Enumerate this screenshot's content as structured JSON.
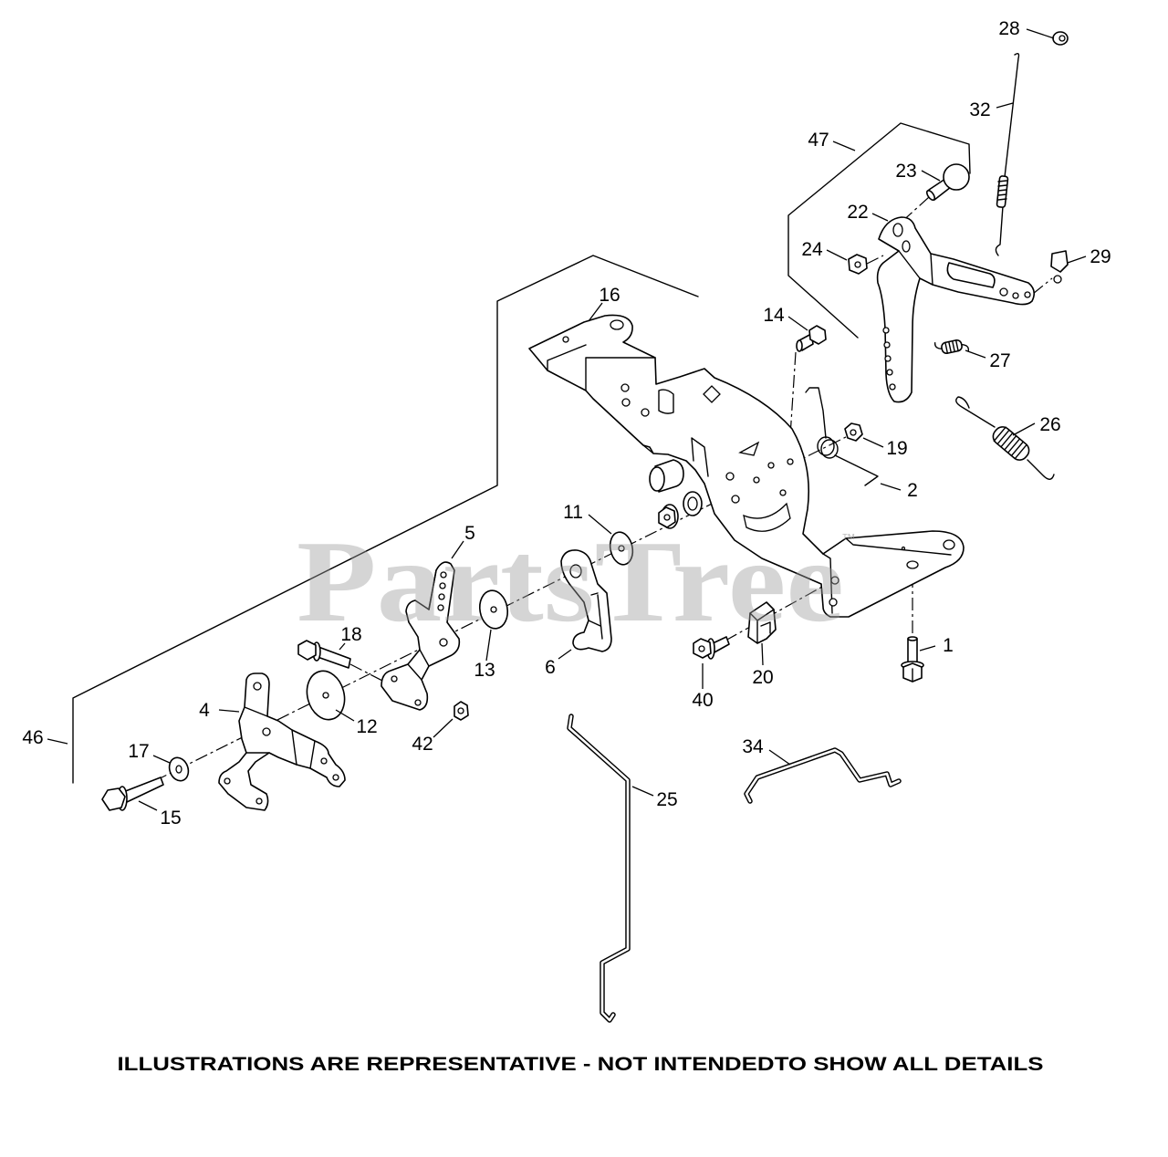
{
  "colors": {
    "line": "#000000",
    "background": "#ffffff",
    "watermark": "#9a9a9a"
  },
  "watermark": {
    "text": "PartsTree",
    "mark": "™"
  },
  "callouts": [
    "1",
    "2",
    "4",
    "5",
    "6",
    "11",
    "12",
    "13",
    "14",
    "15",
    "16",
    "17",
    "18",
    "19",
    "20",
    "22",
    "23",
    "24",
    "25",
    "26",
    "27",
    "28",
    "29",
    "32",
    "34",
    "40",
    "42",
    "46",
    "47"
  ],
  "footer": {
    "note": "ILLUSTRATIONS ARE REPRESENTATIVE - NOT INTENDEDTO SHOW ALL DETAILS"
  }
}
